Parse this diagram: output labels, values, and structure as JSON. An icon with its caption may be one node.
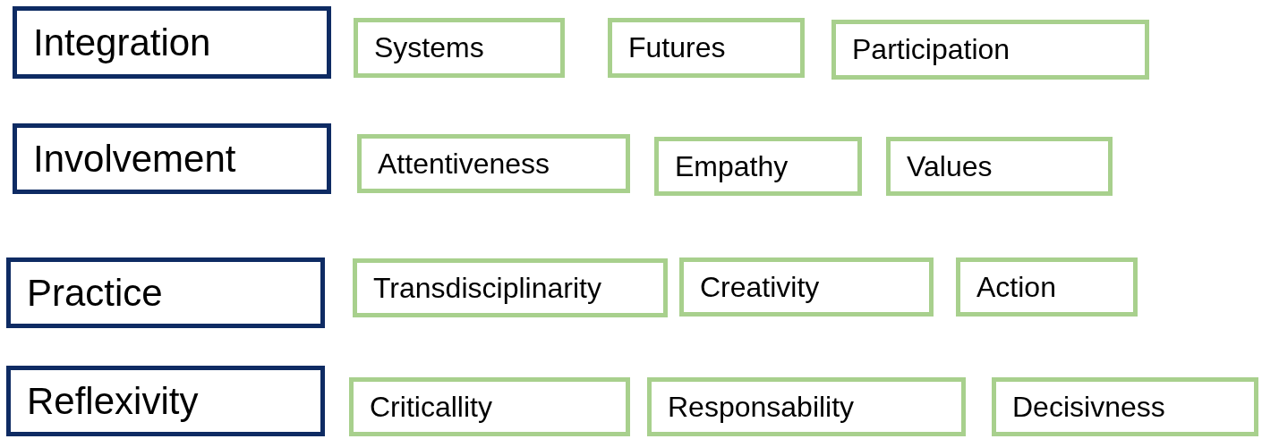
{
  "diagram": {
    "nodes": [
      {
        "text": [
          "Integration"
        ]
      },
      {
        "text": [
          "Systems"
        ]
      },
      {
        "text": [
          "Futures"
        ]
      },
      {
        "text": [
          "Participation"
        ]
      },
      {
        "text": [
          "Involvement"
        ]
      },
      {
        "text": [
          "Attentiveness"
        ]
      },
      {
        "text": [
          "Empathy"
        ]
      },
      {
        "text": [
          "Values"
        ]
      },
      {
        "text": [
          "Practice"
        ]
      },
      {
        "text": [
          "Transdisciplinarity"
        ]
      },
      {
        "text": [
          "Creativity"
        ]
      },
      {
        "text": [
          "Action"
        ]
      },
      {
        "text": [
          "Reflexivity"
        ]
      },
      {
        "text": [
          "Criticallity"
        ]
      },
      {
        "text": [
          "Responsability"
        ]
      },
      {
        "text": [
          "Decisivness"
        ]
      }
    ]
  }
}
